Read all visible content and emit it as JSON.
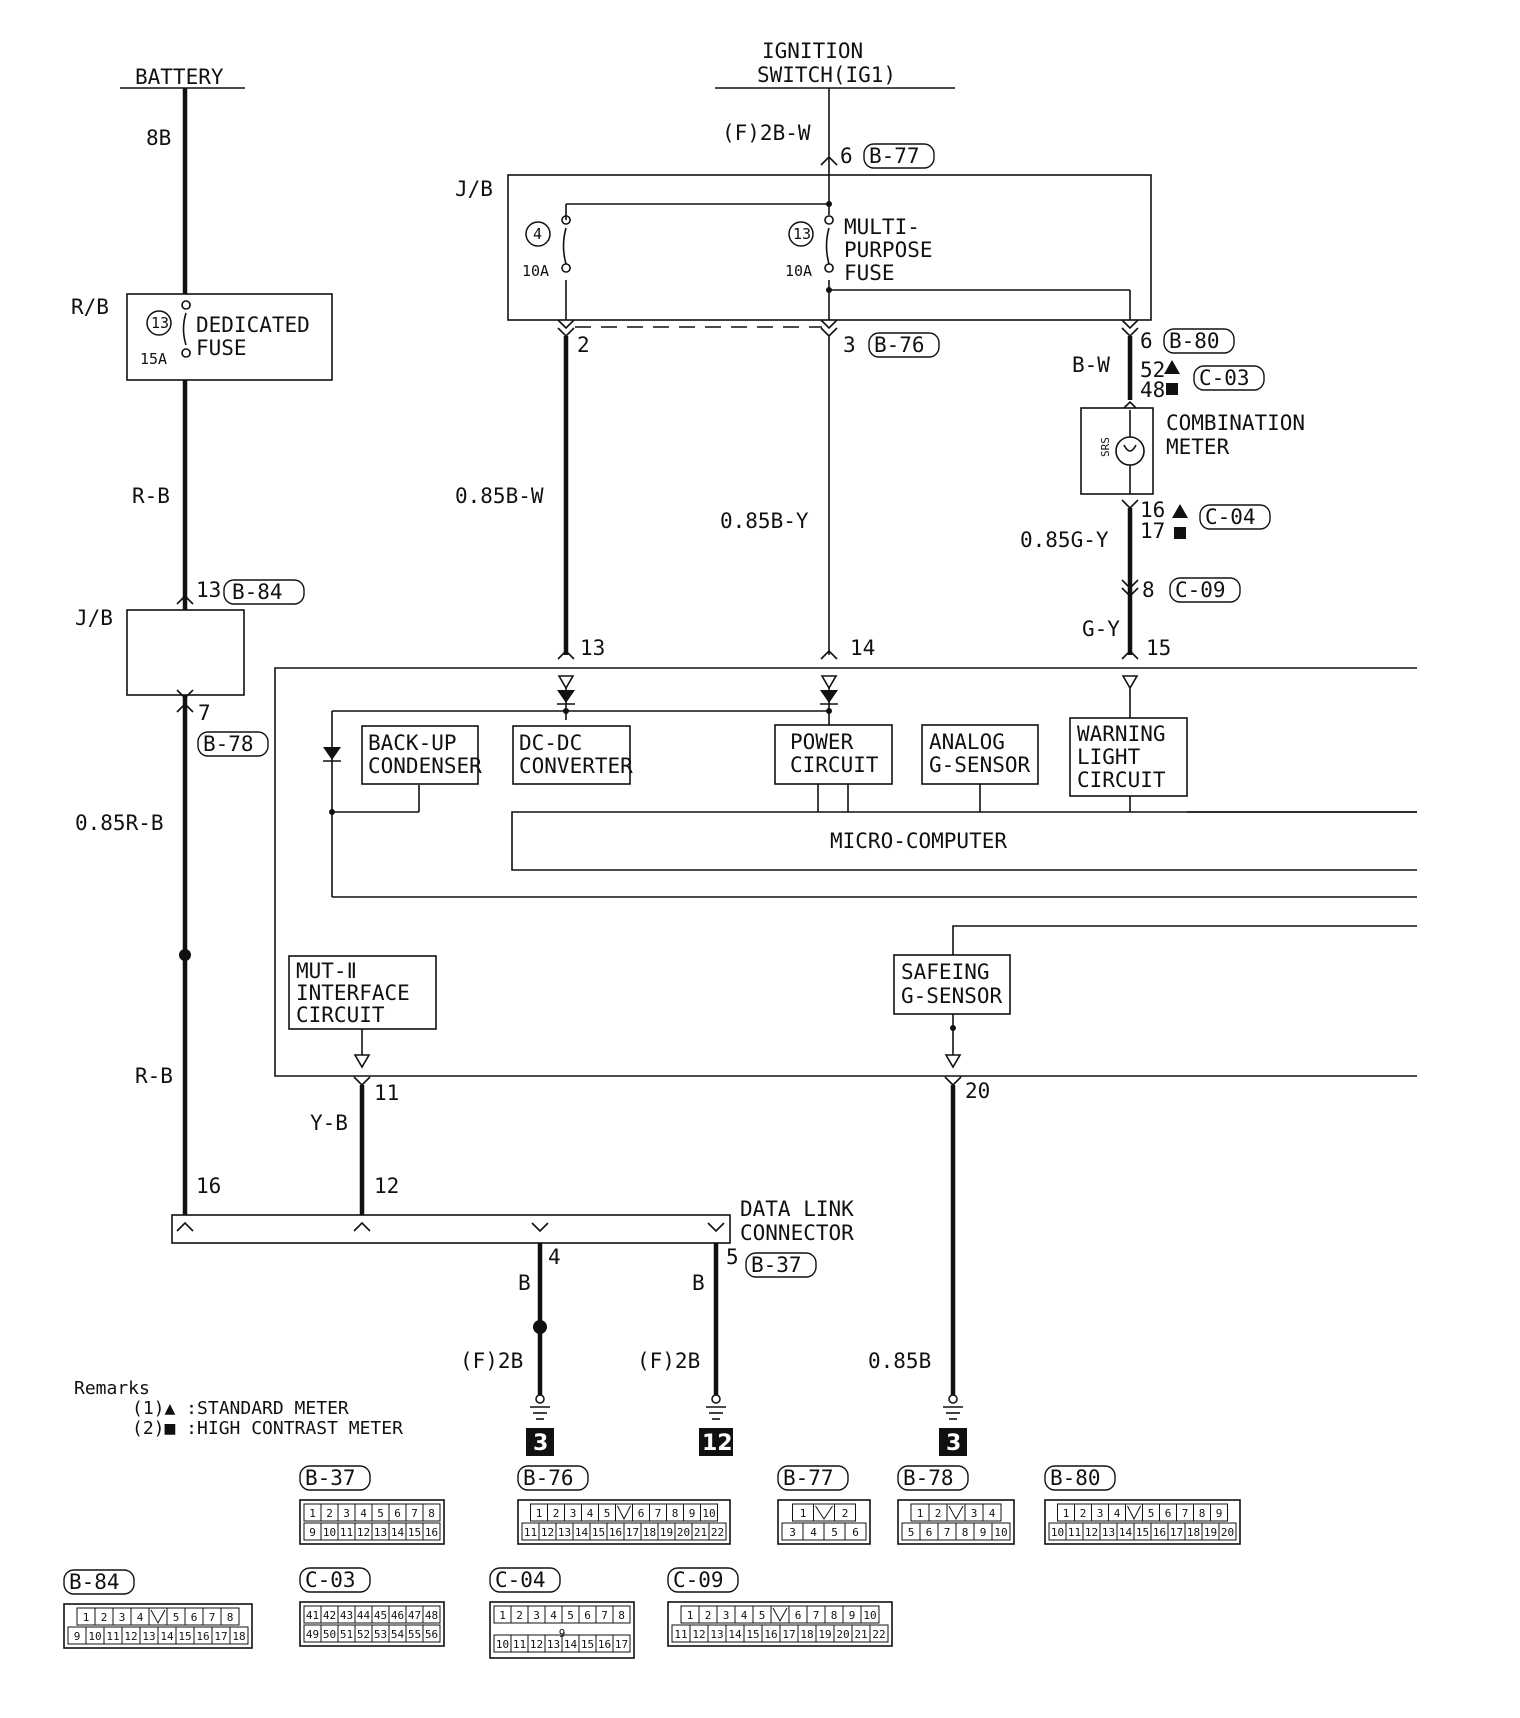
{
  "diagram": {
    "sources": {
      "battery": "BATTERY",
      "ignition_line1": "IGNITION",
      "ignition_line2": "SWITCH(IG1)"
    },
    "wires": {
      "battery_main": "8B",
      "rb_label": "R/B",
      "rb_wire": "R-B",
      "jb_label_upper": "J/B",
      "jb_label_lower": "J/B",
      "ign_wire": "(F)2B-W",
      "pin_6": "6",
      "pin_2": "2",
      "pin_3": "3",
      "pin_6b": "6",
      "bw": "B-W",
      "pin_52": "52",
      "pin_48": "48",
      "wire_085bw": "0.85B-W",
      "wire_085by": "0.85B-Y",
      "wire_085gy": "0.85G-Y",
      "pin_16": "16",
      "pin_17": "17",
      "pin_8": "8",
      "gy": "G-Y",
      "pin_13": "13",
      "pin_14": "14",
      "pin_15": "15",
      "pin_13b": "13",
      "pin_7": "7",
      "wire_085rb": "0.85R-B",
      "rb_lower": "R-B",
      "yb": "Y-B",
      "pin_11": "11",
      "pin_12": "12",
      "pin_16b": "16",
      "pin_20": "20",
      "pin_4": "4",
      "pin_5": "5",
      "b1": "B",
      "b2": "B",
      "f2b1": "(F)2B",
      "f2b2": "(F)2B",
      "wire_085b": "0.85B"
    },
    "fuses": {
      "dedicated_num": "13",
      "dedicated_amp": "15A",
      "dedicated_l1": "DEDICATED",
      "dedicated_l2": "FUSE",
      "f4_num": "4",
      "f4_amp": "10A",
      "f13_num": "13",
      "f13_amp": "10A",
      "multi_l1": "MULTI-",
      "multi_l2": "PURPOSE",
      "multi_l3": "FUSE"
    },
    "connectors_inline": {
      "b77": "B-77",
      "b76": "B-76",
      "b80": "B-80",
      "c03": "C-03",
      "c04": "C-04",
      "c09": "C-09",
      "b84": "B-84",
      "b78": "B-78",
      "b37": "B-37"
    },
    "components": {
      "combo_l1": "COMBINATION",
      "combo_l2": "METER",
      "srs": "SRS",
      "backup_l1": "BACK-UP",
      "backup_l2": "CONDENSER",
      "dcdc_l1": "DC-DC",
      "dcdc_l2": "CONVERTER",
      "power_l1": "POWER",
      "power_l2": "CIRCUIT",
      "analog_l1": "ANALOG",
      "analog_l2": "G-SENSOR",
      "warn_l1": "WARNING",
      "warn_l2": "LIGHT",
      "warn_l3": "CIRCUIT",
      "micro": "MICRO-COMPUTER",
      "mut_l1": "MUT-Ⅱ",
      "mut_l2": "INTERFACE",
      "mut_l3": "CIRCUIT",
      "safe_l1": "SAFEING",
      "safe_l2": "G-SENSOR",
      "dlc_l1": "DATA LINK",
      "dlc_l2": "CONNECTOR"
    },
    "grounds": [
      "3",
      "12",
      "3"
    ],
    "remarks": {
      "title": "Remarks",
      "r1": "(1)▲ :STANDARD METER",
      "r2": "(2)■ :HIGH CONTRAST METER"
    },
    "connector_views": {
      "b37": {
        "label": "B-37",
        "row1": [
          "1",
          "2",
          "3",
          "4",
          "5",
          "6",
          "7",
          "8"
        ],
        "row2": [
          "9",
          "10",
          "11",
          "12",
          "13",
          "14",
          "15",
          "16"
        ]
      },
      "b76": {
        "label": "B-76",
        "row1": [
          "1",
          "2",
          "3",
          "4",
          "5",
          "",
          "6",
          "7",
          "8",
          "9",
          "10"
        ],
        "row2": [
          "11",
          "12",
          "13",
          "14",
          "15",
          "16",
          "17",
          "18",
          "19",
          "20",
          "21",
          "22"
        ]
      },
      "b77": {
        "label": "B-77",
        "row1": [
          "1",
          "",
          "2"
        ],
        "row2": [
          "3",
          "4",
          "5",
          "6"
        ]
      },
      "b78": {
        "label": "B-78",
        "row1": [
          "1",
          "2",
          "",
          "3",
          "4"
        ],
        "row2": [
          "5",
          "6",
          "7",
          "8",
          "9",
          "10"
        ]
      },
      "b80": {
        "label": "B-80",
        "row1": [
          "1",
          "2",
          "3",
          "4",
          "",
          "5",
          "6",
          "7",
          "8",
          "9"
        ],
        "row2": [
          "10",
          "11",
          "12",
          "13",
          "14",
          "15",
          "16",
          "17",
          "18",
          "19",
          "20"
        ]
      },
      "b84": {
        "label": "B-84",
        "row1": [
          "1",
          "2",
          "3",
          "4",
          "",
          "5",
          "6",
          "7",
          "8"
        ],
        "row2": [
          "9",
          "10",
          "11",
          "12",
          "13",
          "14",
          "15",
          "16",
          "17",
          "18"
        ]
      },
      "c03": {
        "label": "C-03",
        "row1": [
          "41",
          "42",
          "43",
          "44",
          "45",
          "46",
          "47",
          "48"
        ],
        "row2": [
          "49",
          "50",
          "51",
          "52",
          "53",
          "54",
          "55",
          "56"
        ]
      },
      "c04": {
        "label": "C-04",
        "row1": [
          "1",
          "2",
          "3",
          "4",
          "5",
          "6",
          "7",
          "8"
        ],
        "mid": "9",
        "row2": [
          "10",
          "11",
          "12",
          "13",
          "14",
          "15",
          "16",
          "17"
        ]
      },
      "c09": {
        "label": "C-09",
        "row1": [
          "1",
          "2",
          "3",
          "4",
          "5",
          "",
          "6",
          "7",
          "8",
          "9",
          "10"
        ],
        "row2": [
          "11",
          "12",
          "13",
          "14",
          "15",
          "16",
          "17",
          "18",
          "19",
          "20",
          "21",
          "22"
        ]
      }
    }
  }
}
